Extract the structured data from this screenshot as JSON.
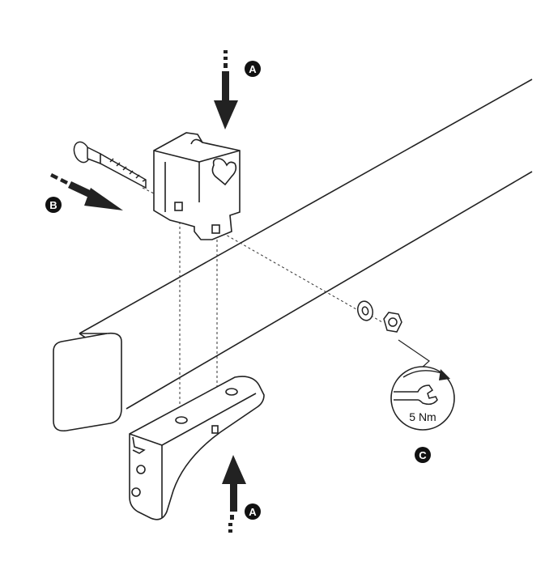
{
  "markers": {
    "a_top": "A",
    "b_side": "B",
    "a_bottom": "A",
    "c_torque": "C"
  },
  "torque": {
    "label": "5 Nm"
  },
  "colors": {
    "line": "#222222",
    "fill": "#ffffff",
    "marker_bg": "#111111",
    "marker_text": "#ffffff"
  },
  "icons": [
    "down-arrow-icon",
    "right-arrow-icon",
    "up-arrow-icon",
    "wrench-icon",
    "rotation-arrow-icon"
  ]
}
